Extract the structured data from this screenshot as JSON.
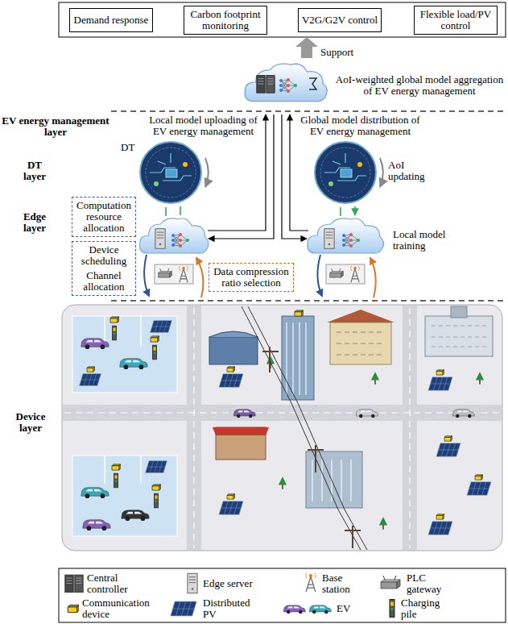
{
  "diagram": {
    "nodes": [
      {
        "text": [
          "Demand response"
        ]
      },
      {
        "text": [
          "Carbon footprint monitoring"
        ]
      },
      {
        "text": [
          "V2G/G2V control"
        ]
      },
      {
        "text": [
          "Flexible load/PV control"
        ]
      },
      {
        "text": [
          "Computation resource allocation"
        ]
      },
      {
        "text": [
          "Device scheduling",
          "Channel allocation"
        ]
      },
      {
        "text": [
          "Data compression ratio selection"
        ]
      }
    ],
    "labels": [
      "EV energy management layer",
      "Support",
      "AoI-weighted global model aggregation of EV energy management",
      "Local model uploading of EV energy management",
      "Global model distribution of EV energy management",
      "DT layer",
      "DT",
      "AoI updating",
      "Edge layer",
      "Local model training",
      "Device layer"
    ],
    "legend": [
      {
        "text": "Central controller"
      },
      {
        "text": "Edge server"
      },
      {
        "text": "Base station"
      },
      {
        "text": "PLC gateway"
      },
      {
        "text": "Communication device"
      },
      {
        "text": "Distributed PV"
      },
      {
        "text": "EV"
      },
      {
        "text": "Charging pile"
      }
    ]
  }
}
